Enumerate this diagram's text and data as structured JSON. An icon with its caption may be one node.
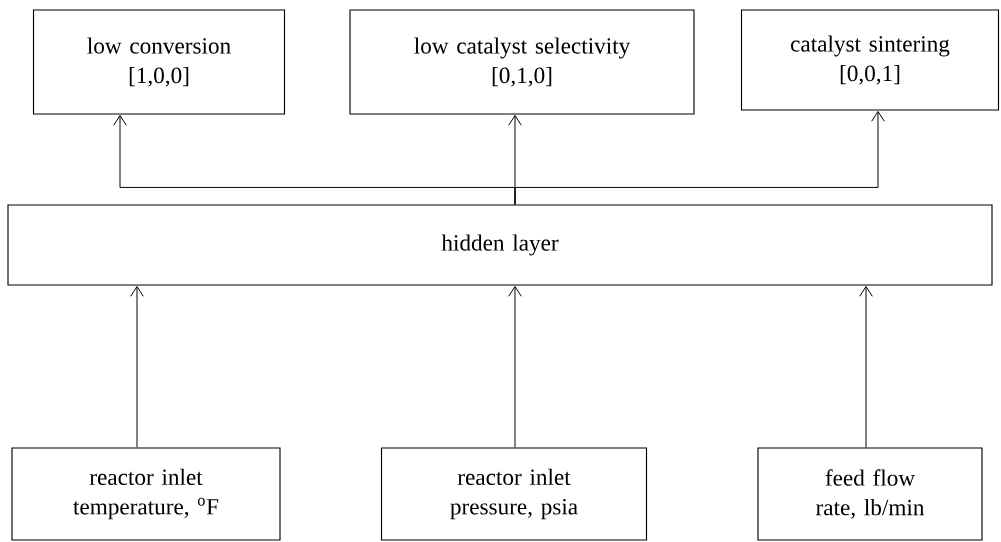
{
  "diagram": {
    "nodes": [
      {
        "text": [
          "low conversion",
          "[1,0,0]"
        ]
      },
      {
        "text": [
          "low catalyst selectivity",
          "[0,1,0]"
        ]
      },
      {
        "text": [
          "catalyst sintering",
          "[0,0,1]"
        ]
      },
      {
        "text": [
          "hidden layer"
        ]
      },
      {
        "text": [
          "reactor inlet temperature, $^{o}$F"
        ]
      },
      {
        "text": [
          "reactor inlet pressure, psia"
        ]
      },
      {
        "text": [
          "feed flow rate, lb/min"
        ]
      }
    ],
    "edges": [
      {
        "from": 3,
        "to": 0,
        "arrow": "to"
      },
      {
        "from": 3,
        "to": 1,
        "arrow": "to"
      },
      {
        "from": 3,
        "to": 2,
        "arrow": "to"
      },
      {
        "from": 4,
        "to": 3,
        "arrow": "to"
      },
      {
        "from": 5,
        "to": 3,
        "arrow": "to"
      },
      {
        "from": 6,
        "to": 3,
        "arrow": "to"
      }
    ]
  }
}
